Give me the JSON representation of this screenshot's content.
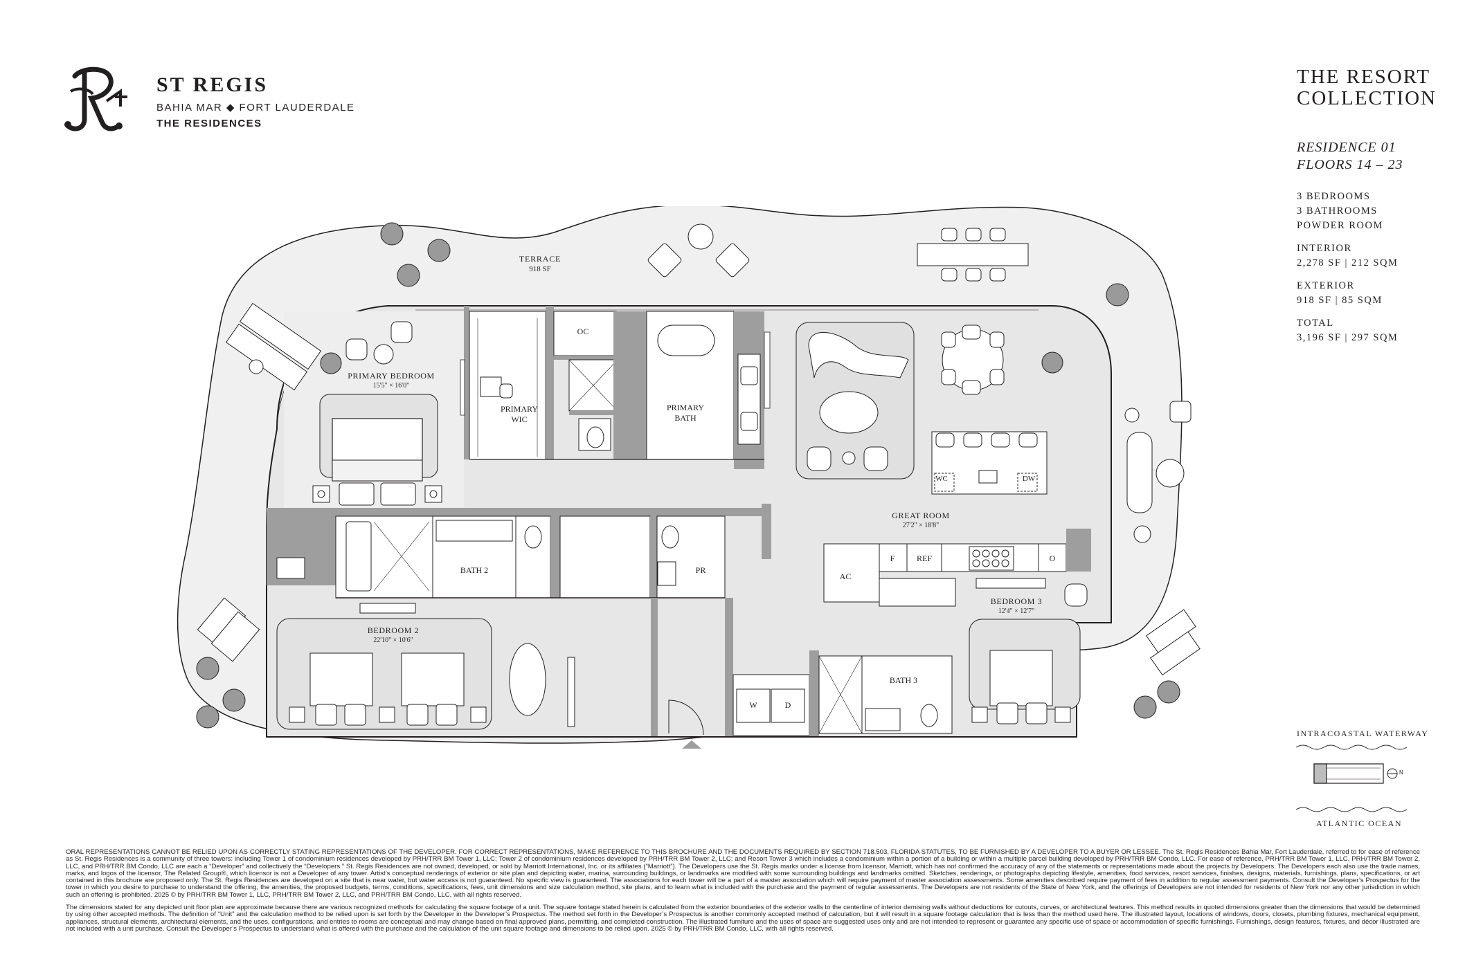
{
  "brand": {
    "name": "ST REGIS",
    "location": "BAHIA MAR ◆ FORT LAUDERDALE",
    "subtitle": "THE RESIDENCES"
  },
  "collection": {
    "line1": "THE RESORT",
    "line2": "COLLECTION"
  },
  "residence": {
    "name": "RESIDENCE 01",
    "floors": "FLOORS 14 – 23"
  },
  "specs": {
    "bedrooms": "3 BEDROOMS",
    "bathrooms": "3 BATHROOMS",
    "powder": "POWDER ROOM",
    "interior_label": "INTERIOR",
    "interior_value": "2,278 SF | 212 SQM",
    "exterior_label": "EXTERIOR",
    "exterior_value": "918 SF | 85 SQM",
    "total_label": "TOTAL",
    "total_value": "3,196 SF | 297 SQM"
  },
  "rooms": {
    "terrace": "TERRACE",
    "terrace_area": "918 SF",
    "primary_bedroom": "PRIMARY BEDROOM",
    "primary_bedroom_dim": "15'5\" × 16'0\"",
    "primary_wic_1": "PRIMARY",
    "primary_wic_2": "WIC",
    "oc": "OC",
    "primary_bath_1": "PRIMARY",
    "primary_bath_2": "BATH",
    "great_room": "GREAT ROOM",
    "great_room_dim": "27'2\" × 18'8\"",
    "wc": "WC",
    "dw": "DW",
    "bath2": "BATH 2",
    "pr": "PR",
    "ac": "AC",
    "f": "F",
    "ref": "REF",
    "o": "O",
    "bedroom3": "BEDROOM 3",
    "bedroom3_dim": "12'4\" × 12'7\"",
    "bedroom2": "BEDROOM 2",
    "bedroom2_dim": "22'10\" × 10'6\"",
    "bath3": "BATH 3",
    "w": "W",
    "d": "D"
  },
  "compass": {
    "top": "INTRACOASTAL WATERWAY",
    "bottom": "ATLANTIC OCEAN",
    "north": "N"
  },
  "disclaimer": {
    "p1": "ORAL REPRESENTATIONS CANNOT BE RELIED UPON AS CORRECTLY STATING REPRESENTATIONS OF THE DEVELOPER. FOR CORRECT REPRESENTATIONS, MAKE REFERENCE TO THIS BROCHURE AND THE DOCUMENTS REQUIRED BY SECTION 718.503, FLORIDA STATUTES, TO BE FURNISHED BY A DEVELOPER TO A BUYER OR LESSEE. The St. Regis Residences Bahia Mar, Fort Lauderdale, referred to for ease of reference as St. Regis Residences is a community of three towers: including Tower 1 of condominium residences developed by PRH/TRR BM Tower 1, LLC; Tower 2 of condominium residences developed by PRH/TRR BM Tower 2, LLC; and Resort Tower 3 which includes a condominium within a portion of a building or within a multiple parcel building developed by PRH/TRR BM Condo, LLC. For ease of reference, PRH/TRR BM Tower 1, LLC, PRH/TRR BM Tower 2, LLC, and PRH/TRR BM Condo, LLC are each a “Developer” and collectively the “Developers.” St. Regis Residences are not owned, developed, or sold by Marriott International, Inc. or its affiliates (“Marriott”). The Developers use the St. Regis marks under a license from licensor, Marriott, which has not confirmed the accuracy of any of the statements or representations made about the projects by Developers. The Developers each also use the trade names, marks, and logos of the licensor, The Related Group®, which licensor is not a Developer of any tower. Artist’s conceptual renderings of exterior or site plan and depicting water, marina, surrounding buildings, or landmarks are modified with some surrounding buildings and landmarks omitted. Sketches, renderings, or photographs depicting lifestyle, amenities, food services, resort services, finishes, designs, materials, furnishings, plans, specifications, or art contained in this brochure are proposed only. The St. Regis Residences are developed on a site that is near water, but water access is not guaranteed. No specific view is guaranteed. The associations for each tower will be a part of a master association which will require payment of master association assessments. Some amenities described require payment of fees in addition to regular assessment payments. Consult the Developer’s Prospectus for the tower in which you desire to purchase to understand the offering, the amenities, the proposed budgets, terms, conditions, specifications, fees, unit dimensions and size calculation method, site plans, and to learn what is included with the purchase and the payment of regular assessments. The Developers are not residents of the State of New York, and the offerings of Developers are not intended for residents of New York nor any other jurisdiction in which such an offering is prohibited. 2025 © by PRH/TRR BM Tower 1, LLC, PRH/TRR BM Tower 2, LLC, and PRH/TRR BM Condo, LLC, with all rights reserved.",
    "p2": "The dimensions stated for any depicted unit floor plan are approximate because there are various recognized methods for calculating the square footage of a unit. The square footage stated herein is calculated from the exterior boundaries of the exterior walls to the centerline of interior demising walls without deductions for cutouts, curves, or architectural features. This method results in quoted dimensions greater than the dimensions that would be determined by using other accepted methods. The definition of “Unit” and the calculation method to be relied upon is set forth by the Developer in the Developer’s Prospectus. The method set forth in the Developer’s Prospectus is another commonly accepted method of calculation, but it will result in a square footage calculation that is less than the method used here. The illustrated layout, locations of windows, doors, closets, plumbing fixtures, mechanical equipment, appliances, structural elements, architectural elements, and the uses, configurations, and entries to rooms are conceptual and may change based on final approved plans, permitting, and completed construction. The illustrated furniture and the uses of space are suggested uses only and are not intended to represent or guarantee any specific use of space or accommodation of specific furnishings. Furnishings, design features, fixtures, and décor illustrated are not included with a unit purchase. Consult the Developer’s Prospectus to understand what is offered with the purchase and the calculation of the unit square footage and dimensions to be relied upon. 2025 © by PRH/TRR BM Condo, LLC, with all rights reserved."
  }
}
